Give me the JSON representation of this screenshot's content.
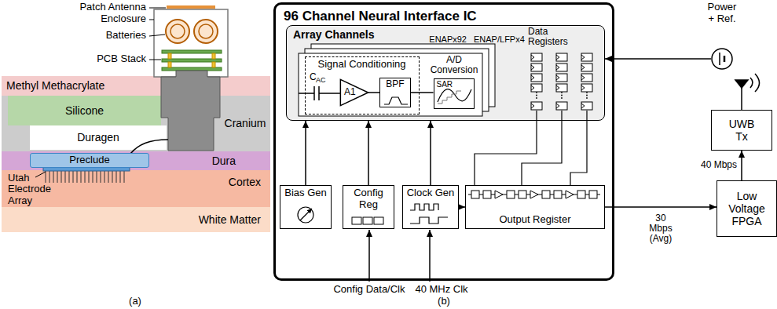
{
  "diagram": {
    "nodes": [
      {
        "text": [
          "Methyl Methacrylate"
        ]
      },
      {
        "text": [
          "Silicone"
        ]
      },
      {
        "text": [
          "Duragen"
        ]
      },
      {
        "text": [
          "Cranium"
        ]
      },
      {
        "text": [
          "Dura"
        ]
      },
      {
        "text": [
          "Preclude"
        ],
        "in": 4
      },
      {
        "text": [
          "Cortex"
        ]
      },
      {
        "text": [
          "White Matter"
        ]
      },
      {
        "text": [
          "96 Channel Neural Interface IC"
        ]
      },
      {
        "text": [
          "Array Channels"
        ],
        "in": 8
      },
      {
        "text": [
          "Signal Conditioning"
        ],
        "in": 9
      },
      {
        "text": [
          "A1"
        ],
        "in": 10
      },
      {
        "text": [
          "BPF"
        ],
        "in": 10
      },
      {
        "text": [
          "SAR"
        ],
        "in": 9
      },
      {
        "text": [
          "Bias Gen"
        ],
        "in": 8
      },
      {
        "text": [
          "Config Reg"
        ],
        "in": 8
      },
      {
        "text": [
          "Clock Gen"
        ],
        "in": 8
      },
      {
        "text": [
          "Output Register"
        ],
        "in": 8
      },
      {
        "text": [
          "Power + Ref."
        ]
      },
      {
        "text": [
          "UWB Tx"
        ]
      },
      {
        "text": [
          "Low Voltage FPGA"
        ]
      }
    ],
    "edges": [
      {
        "from": 11,
        "to": 12,
        "arrow": "none"
      },
      {
        "from": 12,
        "to": 13,
        "arrow": "none"
      },
      {
        "from": 14,
        "to": 9,
        "arrow": "to"
      },
      {
        "from": 15,
        "to": 9,
        "arrow": "to"
      },
      {
        "from": 16,
        "to": 9,
        "arrow": "to"
      },
      {
        "from": 16,
        "to": 17,
        "arrow": "to"
      },
      {
        "from": 18,
        "to": 9,
        "arrow": "to"
      },
      {
        "from": 17,
        "to": 20,
        "arrow": "to",
        "label": "30 Mbps (Avg)"
      },
      {
        "from": 20,
        "to": 19,
        "arrow": "to",
        "label": "40 Mbps"
      }
    ],
    "labels": [
      "Patch Antenna",
      "Enclosure",
      "Batteries",
      "PCB Stack",
      "Utah Electrode Array",
      "(a)",
      "ENAPx92",
      "ENAP/LFPx4",
      "C",
      "AC",
      "A/D Conversion",
      "Data Registers",
      "Config Data/Clk",
      "40 MHz Clk",
      "(b)"
    ]
  }
}
